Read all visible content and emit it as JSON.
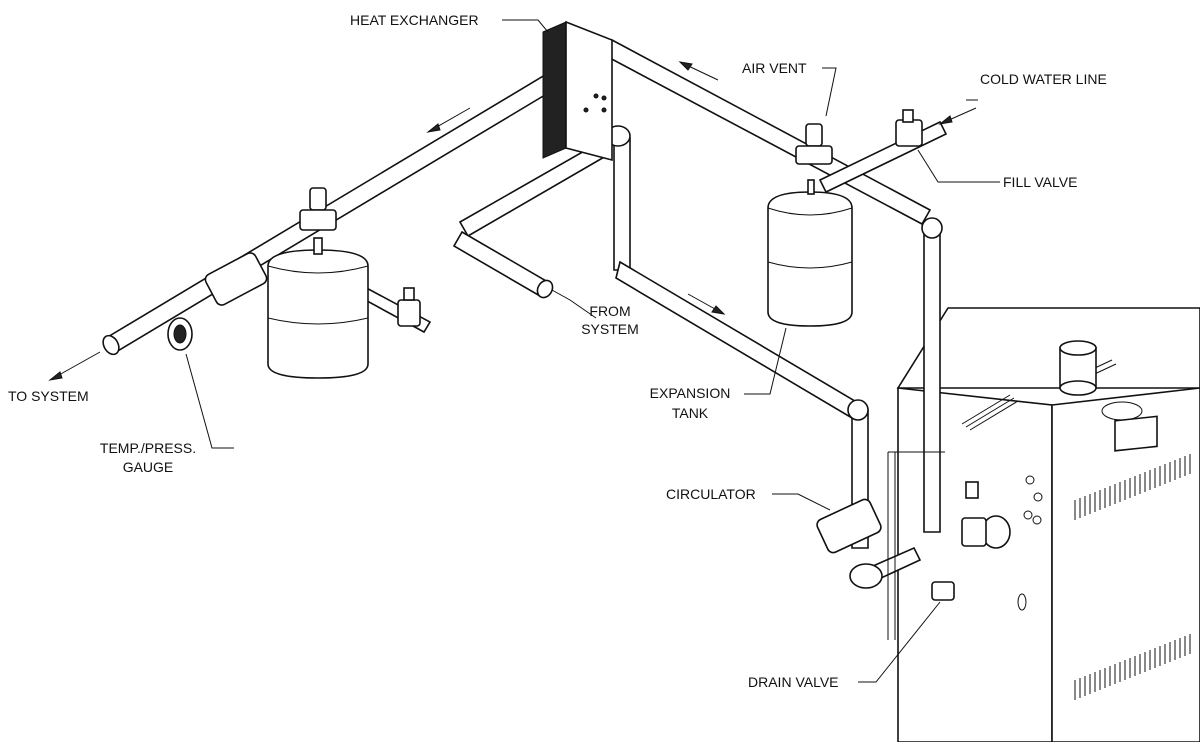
{
  "labels": {
    "heat_exchanger": "HEAT EXCHANGER",
    "air_vent": "AIR VENT",
    "cold_water_line": "COLD WATER LINE",
    "fill_valve": "FILL VALVE",
    "from_system_1": "FROM",
    "from_system_2": "SYSTEM",
    "expansion_tank_1": "EXPANSION",
    "expansion_tank_2": "TANK",
    "to_system": "TO SYSTEM",
    "temp_press_gauge_1": "TEMP./PRESS.",
    "temp_press_gauge_2": "GAUGE",
    "circulator": "CIRCULATOR",
    "drain_valve": "DRAIN VALVE"
  },
  "colors": {
    "line": "#111111",
    "background": "#ffffff"
  }
}
